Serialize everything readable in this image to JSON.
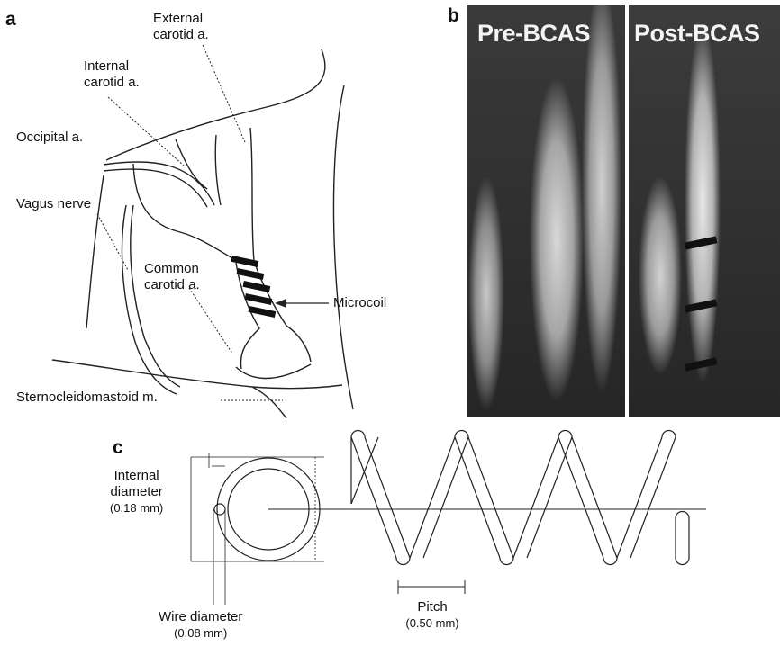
{
  "panel_a": {
    "letter": "a",
    "labels": {
      "external_carotid": [
        "External",
        "carotid a."
      ],
      "internal_carotid": [
        "Internal",
        "carotid a."
      ],
      "occipital": "Occipital a.",
      "vagus": "Vagus nerve",
      "common_carotid": [
        "Common",
        "carotid a."
      ],
      "microcoil": "Microcoil",
      "sternocleidomastoid": "Sternocleidomastoid m."
    }
  },
  "panel_b": {
    "letter": "b",
    "left_title": "Pre-BCAS",
    "right_title": "Post-BCAS"
  },
  "panel_c": {
    "letter": "c",
    "internal_diameter": [
      "Internal",
      "diameter",
      "(0.18 mm)"
    ],
    "wire_diameter": [
      "Wire diameter",
      "(0.08 mm)"
    ],
    "pitch": [
      "Pitch",
      "(0.50 mm)"
    ]
  }
}
